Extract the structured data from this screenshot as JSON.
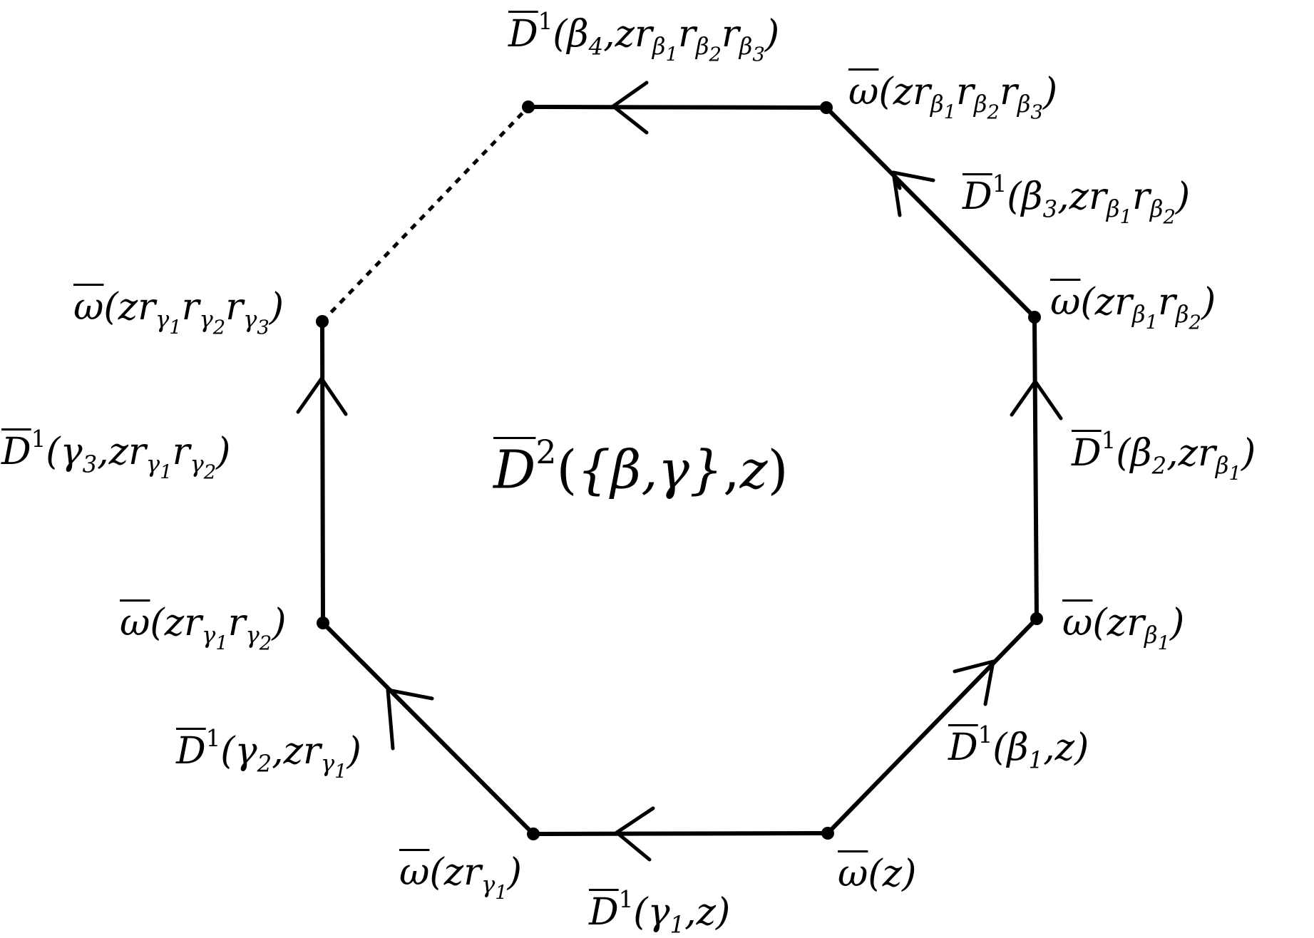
{
  "diagram": {
    "center": {
      "sym": "D",
      "sup": "2",
      "args": "({β,γ},z)"
    },
    "vertices": [
      {
        "id": "w-z",
        "label": "ω(z)"
      },
      {
        "id": "w-zrb1",
        "label": "ω(zrβ1)"
      },
      {
        "id": "w-zrb1rb2",
        "label": "ω(zrβ1rβ2)"
      },
      {
        "id": "w-zrb1rb2rb3",
        "label": "ω(zrβ1rβ2rβ3)"
      },
      {
        "id": "w-zrg1",
        "label": "ω(zrγ1)"
      },
      {
        "id": "w-zrg1rg2",
        "label": "ω(zrγ1rγ2)"
      },
      {
        "id": "w-zrg1rg2rg3",
        "label": "ω(zrγ1rγ2rγ3)"
      },
      {
        "id": "top-left",
        "label": ""
      }
    ],
    "edges": [
      {
        "id": "b1",
        "label": "D1(β1,z)",
        "style": "solid"
      },
      {
        "id": "b2",
        "label": "D1(β2,zrβ1)",
        "style": "solid"
      },
      {
        "id": "b3",
        "label": "D1(β3,zrβ1rβ2)",
        "style": "solid"
      },
      {
        "id": "b4",
        "label": "D1(β4,zrβ1rβ2rβ3)",
        "style": "solid"
      },
      {
        "id": "g1",
        "label": "D1(γ1,z)",
        "style": "solid"
      },
      {
        "id": "g2",
        "label": "D1(γ2,zrγ1)",
        "style": "solid"
      },
      {
        "id": "g3",
        "label": "D1(γ3,zrγ1rγ2)",
        "style": "solid"
      },
      {
        "id": "closing",
        "label": "",
        "style": "dashed"
      }
    ],
    "colors": {
      "line": "#000000",
      "background": "#ffffff"
    }
  }
}
